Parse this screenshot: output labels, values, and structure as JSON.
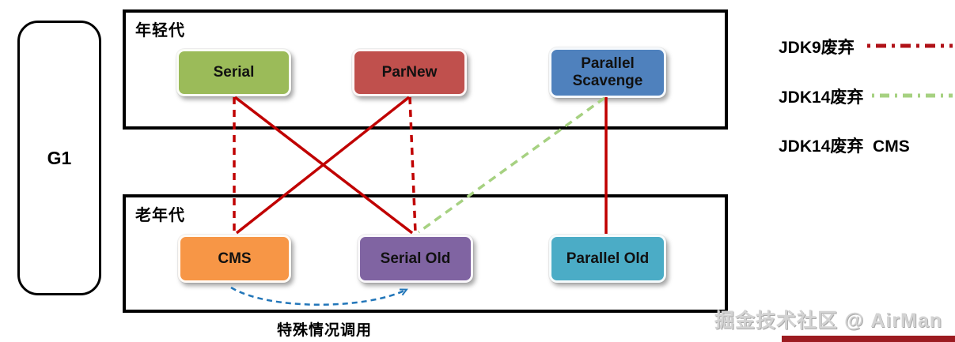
{
  "colors": {
    "red_line": "#c00000",
    "legend_red": "#b01218",
    "green_line": "#a6d181",
    "blue_line": "#2276b9",
    "node_serial": "#9bbb59",
    "node_parnew": "#c0504d",
    "node_parallel_scavenge": "#4f81bd",
    "node_cms": "#f79646",
    "node_serial_old": "#8064a2",
    "node_parallel_old": "#4bacc6",
    "watermark_bar": "#9c1b20"
  },
  "g1": {
    "label": "G1"
  },
  "young_gen": {
    "title": "年轻代",
    "nodes": [
      {
        "label": "Serial"
      },
      {
        "label": "ParNew"
      },
      {
        "label": "Parallel Scavenge"
      }
    ]
  },
  "old_gen": {
    "title": "老年代",
    "nodes": [
      {
        "label": "CMS"
      },
      {
        "label": "Serial Old"
      },
      {
        "label": "Parallel Old"
      }
    ]
  },
  "edges": [
    {
      "from": "Serial",
      "to": "CMS",
      "style": "red-dashed"
    },
    {
      "from": "Serial",
      "to": "Serial Old",
      "style": "red-solid"
    },
    {
      "from": "ParNew",
      "to": "CMS",
      "style": "red-solid"
    },
    {
      "from": "ParNew",
      "to": "Serial Old",
      "style": "red-dashed"
    },
    {
      "from": "Parallel Scavenge",
      "to": "Serial Old",
      "style": "green-dashed"
    },
    {
      "from": "Parallel Scavenge",
      "to": "Parallel Old",
      "style": "red-solid"
    },
    {
      "from": "CMS",
      "to": "Serial Old",
      "style": "blue-dashed-arrow",
      "label": "特殊情况调用"
    }
  ],
  "legend": {
    "items": [
      {
        "label": "JDK9废弃",
        "line": "red-dashed"
      },
      {
        "label": "JDK14废弃",
        "line": "green-dashed"
      },
      {
        "label": "JDK14废弃  CMS",
        "line": "none"
      }
    ]
  },
  "caption": {
    "text": "特殊情况调用"
  },
  "watermark": {
    "text": "掘金技术社区 @ AirMan"
  }
}
